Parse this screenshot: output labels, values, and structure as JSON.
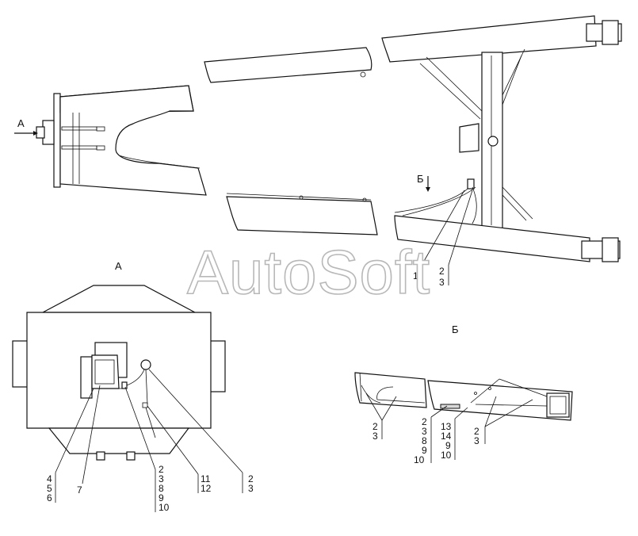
{
  "watermark": "AutoSoft",
  "views": {
    "main": {
      "arrow_a": "А",
      "arrow_b": "Б"
    },
    "view_a": {
      "title": "А",
      "callouts": [
        {
          "id": "4-5-6",
          "lines": [
            "4",
            "5",
            "6"
          ]
        },
        {
          "id": "7",
          "lines": [
            "7"
          ]
        },
        {
          "id": "2-3-8-9-10",
          "lines": [
            "2",
            "3",
            "8",
            "9",
            "10"
          ]
        },
        {
          "id": "11-12",
          "lines": [
            "11",
            "12"
          ]
        },
        {
          "id": "2-3",
          "lines": [
            "2",
            "3"
          ]
        }
      ]
    },
    "view_b": {
      "title": "Б",
      "callouts": [
        {
          "id": "2-3-left",
          "lines": [
            "2",
            "3"
          ]
        },
        {
          "id": "2-3-8-9-10",
          "lines": [
            "2",
            "3",
            "8",
            "9",
            "10"
          ]
        },
        {
          "id": "13-14-9-10",
          "lines": [
            "13",
            "14",
            "9",
            "10"
          ]
        },
        {
          "id": "2-3-right",
          "lines": [
            "2",
            "3"
          ]
        }
      ]
    },
    "main_callouts": [
      {
        "id": "1",
        "lines": [
          "1"
        ]
      },
      {
        "id": "2-3",
        "lines": [
          "2",
          "3"
        ]
      }
    ]
  }
}
